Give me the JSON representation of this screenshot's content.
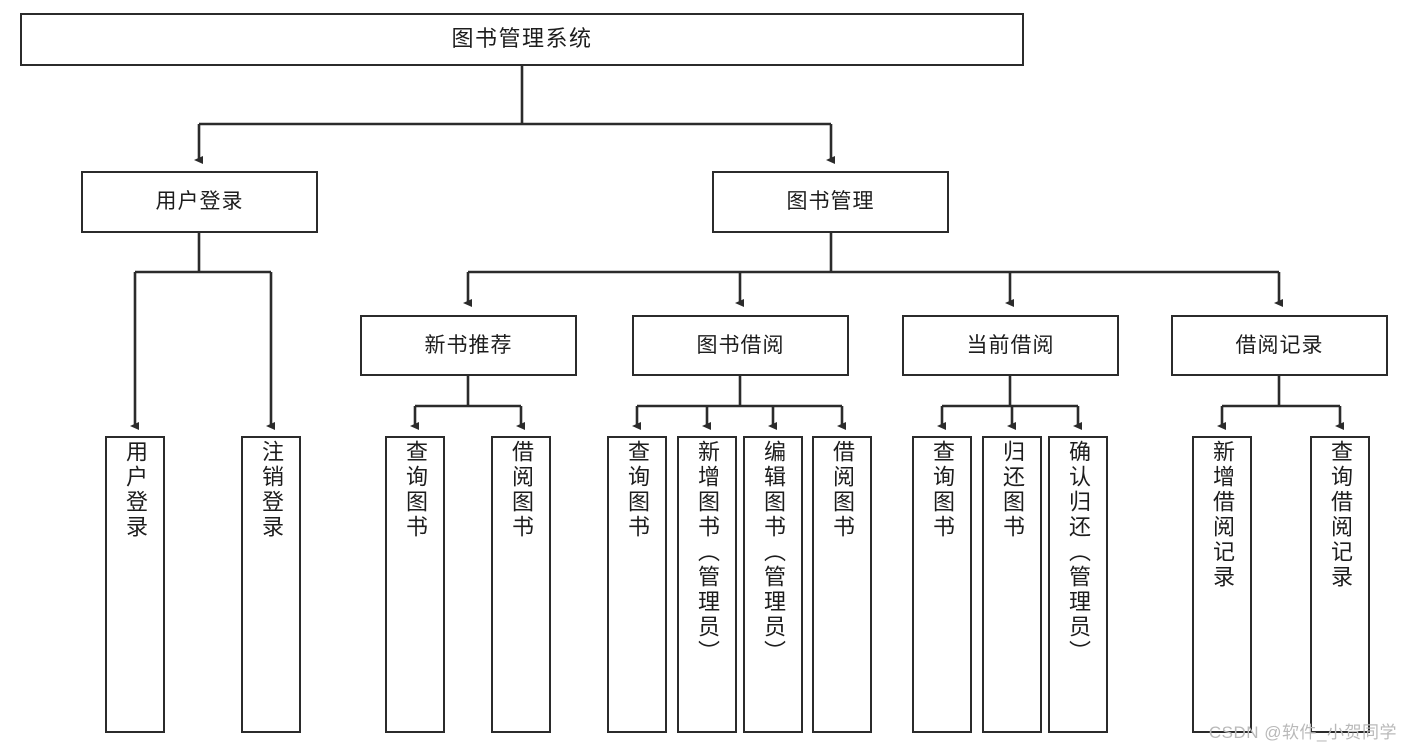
{
  "diagram": {
    "title": "图书管理系统",
    "watermark": "CSDN @软件_小贺同学",
    "accent_color": "#2b2b2b",
    "background_color": "#ffffff",
    "root": {
      "label": "图书管理系统"
    },
    "level2": [
      {
        "id": "user-login",
        "label": "用户登录"
      },
      {
        "id": "book-manage",
        "label": "图书管理"
      }
    ],
    "level3": [
      {
        "id": "new-book-recommend",
        "label": "新书推荐"
      },
      {
        "id": "book-borrow",
        "label": "图书借阅"
      },
      {
        "id": "current-borrow",
        "label": "当前借阅"
      },
      {
        "id": "borrow-record",
        "label": "借阅记录"
      }
    ],
    "leaves": {
      "user_login": [
        {
          "id": "leaf-user-login",
          "label": "用户登录"
        },
        {
          "id": "leaf-logout",
          "label": "注销登录"
        }
      ],
      "new_book_recommend": [
        {
          "id": "leaf-query-book-1",
          "label": "查询图书"
        },
        {
          "id": "leaf-borrow-book-1",
          "label": "借阅图书"
        }
      ],
      "book_borrow": [
        {
          "id": "leaf-query-book-2",
          "label": "查询图书"
        },
        {
          "id": "leaf-add-book",
          "label": "新增图书（管理员）"
        },
        {
          "id": "leaf-edit-book",
          "label": "编辑图书（管理员）"
        },
        {
          "id": "leaf-borrow-book-2",
          "label": "借阅图书"
        }
      ],
      "current_borrow": [
        {
          "id": "leaf-query-book-3",
          "label": "查询图书"
        },
        {
          "id": "leaf-return-book",
          "label": "归还图书"
        },
        {
          "id": "leaf-confirm-return",
          "label": "确认归还（管理员）"
        }
      ],
      "borrow_record": [
        {
          "id": "leaf-add-record",
          "label": "新增借阅记录"
        },
        {
          "id": "leaf-query-record",
          "label": "查询借阅记录"
        }
      ]
    }
  }
}
